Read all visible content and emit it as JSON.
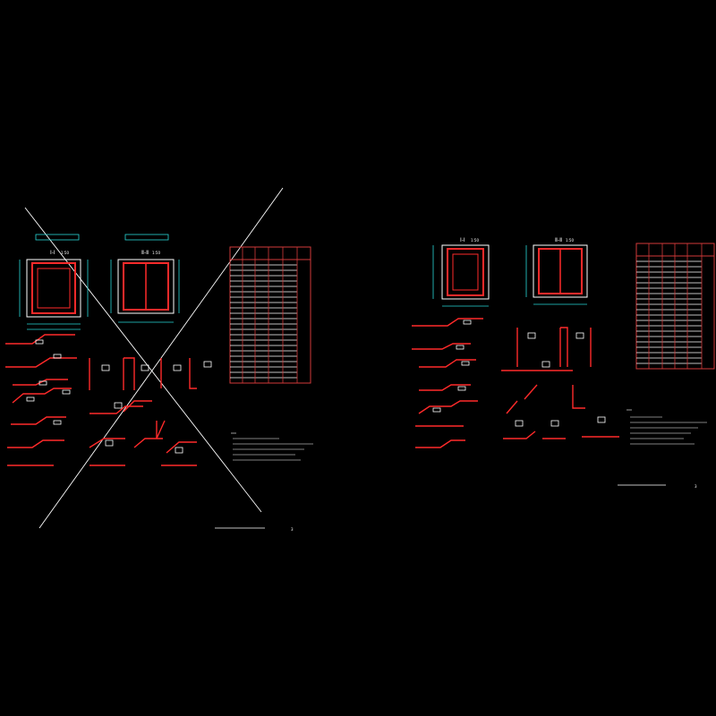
{
  "colors": {
    "background": "#000000",
    "linework": "#ffffff",
    "rebar": "#ff2a2a",
    "dimension": "#27d7d7",
    "table_border": "#d23a3a",
    "text": "#ffffff"
  },
  "left_sheet": {
    "section_a_label": "Ⅰ-Ⅰ",
    "section_a_scale": "1:50",
    "section_b_label": "Ⅱ-Ⅱ",
    "section_b_scale": "1:50",
    "page_number": "3"
  },
  "right_sheet": {
    "section_a_label": "Ⅰ-Ⅰ",
    "section_a_scale": "1:50",
    "section_b_label": "Ⅱ-Ⅱ",
    "section_b_scale": "1:50",
    "page_number": "3"
  }
}
